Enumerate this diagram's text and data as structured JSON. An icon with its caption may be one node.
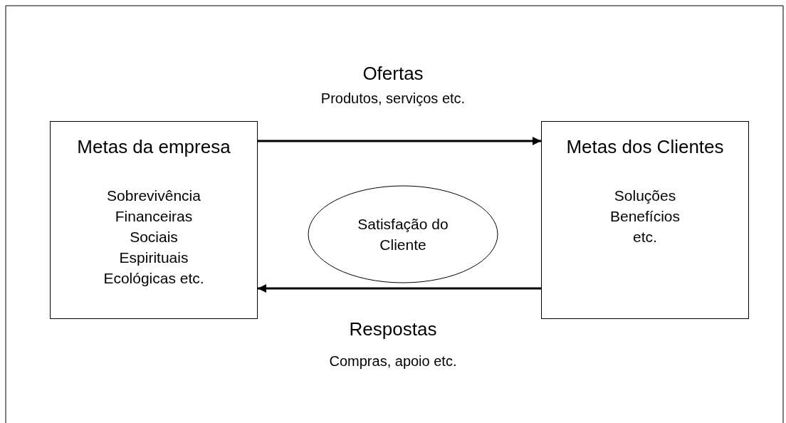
{
  "diagram": {
    "nodes": [
      {
        "text": [
          "Metas da empresa",
          "Sobrevivência Financeiras Sociais Espirituais Ecológicas etc."
        ]
      },
      {
        "text": [
          "Satisfação do Cliente"
        ]
      },
      {
        "text": [
          "Metas dos Clientes",
          "Soluções Benefícios etc."
        ]
      }
    ],
    "edges": [
      {
        "from": 0,
        "to": 2,
        "arrow": "to"
      },
      {
        "from": 2,
        "to": 0,
        "arrow": "to"
      }
    ],
    "labels": [
      "Ofertas",
      "Produtos, serviços etc.",
      "Respostas",
      "Compras, apoio etc."
    ]
  }
}
